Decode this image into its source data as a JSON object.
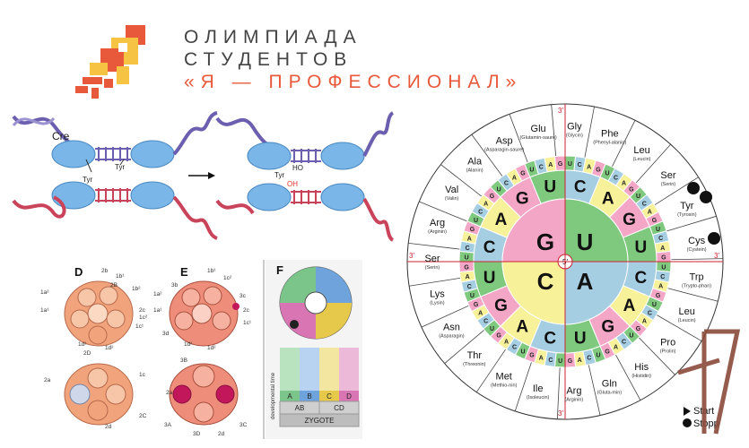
{
  "header": {
    "line1": "ОЛИМПИАДА",
    "line2": "СТУДЕНТОВ",
    "line3": "«Я — ПРОФЕССИОНАЛ»",
    "accent_color": "#e8593c",
    "logo_icon": "rocket-icon"
  },
  "cre_panel": {
    "protein_label": "Cre",
    "tyr_left": "Tyr",
    "tyr_right": "Tyr",
    "tyr_bottom": "Tyr",
    "ho_label": "HO",
    "oh_label": "OH",
    "arrow_icon": "arrow-right-icon"
  },
  "embryo_panel": {
    "label_d": "D",
    "label_e": "E",
    "label_f": "F",
    "cells_d": [
      "2b",
      "1b¹",
      "1a²",
      "2B",
      "1b²",
      "1a¹",
      "2c",
      "1c²",
      "1c¹",
      "1d¹",
      "2a",
      "1d²",
      "2D",
      "2d",
      "2C",
      "1c"
    ],
    "cells_e": [
      "3b",
      "1b¹",
      "1c²",
      "1a²",
      "1a¹",
      "3c",
      "2c",
      "1c¹",
      "1d¹",
      "1d²",
      "3d",
      "2a",
      "3D",
      "2d",
      "3C",
      "3A",
      "3B"
    ],
    "axis_label": "developmental time",
    "lineages": [
      "A",
      "B",
      "C",
      "D"
    ],
    "lineage_groups": [
      "AB",
      "CD"
    ],
    "zygote_label": "ZYGOTE",
    "lineage_colors": [
      "#7cc58a",
      "#6ea3dc",
      "#e6c94a",
      "#d975b3"
    ]
  },
  "codon_wheel": {
    "center": "5′",
    "prime_3": "3′",
    "inner_bases": [
      "G",
      "U",
      "C",
      "A"
    ],
    "ring2": [
      "C",
      "A",
      "G",
      "U",
      "C",
      "A",
      "G",
      "U",
      "C",
      "A",
      "G",
      "U",
      "C",
      "A",
      "G",
      "U"
    ],
    "amino_acids": [
      {
        "abbr": "Gly",
        "name": "(Glycin)"
      },
      {
        "abbr": "Phe",
        "name": "(Phenyl-alanin)"
      },
      {
        "abbr": "Leu",
        "name": "(Leucin)"
      },
      {
        "abbr": "Ser",
        "name": "(Serin)"
      },
      {
        "abbr": "Tyr",
        "name": "(Tyrosin)"
      },
      {
        "abbr": "Cys",
        "name": "(Cystein)"
      },
      {
        "abbr": "Trp",
        "name": "(Trypto-phan)"
      },
      {
        "abbr": "Leu",
        "name": "(Leucin)"
      },
      {
        "abbr": "Pro",
        "name": "(Prolin)"
      },
      {
        "abbr": "His",
        "name": "(Histidin)"
      },
      {
        "abbr": "Gln",
        "name": "(Gluta-min)"
      },
      {
        "abbr": "Arg",
        "name": "(Arginin)"
      },
      {
        "abbr": "Ile",
        "name": "(Isoleucin)"
      },
      {
        "abbr": "Met",
        "name": "(Methio-nin)"
      },
      {
        "abbr": "Thr",
        "name": "(Threonin)"
      },
      {
        "abbr": "Asn",
        "name": "(Asparagin)"
      },
      {
        "abbr": "Lys",
        "name": "(Lysin)"
      },
      {
        "abbr": "Ser",
        "name": "(Serin)"
      },
      {
        "abbr": "Arg",
        "name": "(Arginin)"
      },
      {
        "abbr": "Val",
        "name": "(Valin)"
      },
      {
        "abbr": "Ala",
        "name": "(Alanin)"
      },
      {
        "abbr": "Asp",
        "name": "(Asparagin-saure)"
      },
      {
        "abbr": "Glu",
        "name": "(Glutamin-saure)"
      }
    ],
    "start_label": "Start",
    "stop_label": "Stopp",
    "quadrant_colors": [
      "#7fc97f",
      "#a6cee3",
      "#f7f19a",
      "#f4a6c7"
    ]
  }
}
